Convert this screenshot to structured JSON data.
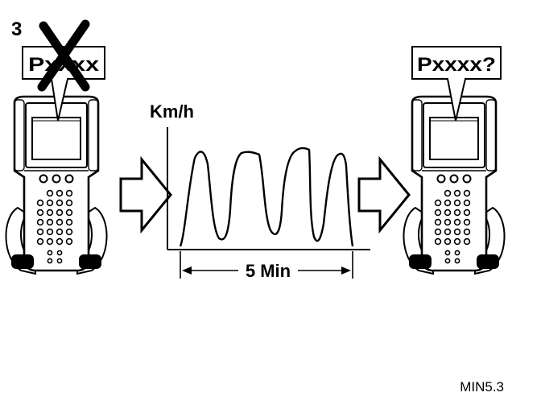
{
  "step_number": "3",
  "left_tool": {
    "display_code": "Pxxxx",
    "status": "crossed-out"
  },
  "right_tool": {
    "display_code": "Pxxxx?"
  },
  "speed_graph": {
    "unit_label": "Km/h",
    "duration_label": "5 Min"
  },
  "figure_ref": "MIN5.3",
  "icons": [
    "scan-tool-icon",
    "right-arrow-icon",
    "cross-mark-icon"
  ],
  "colors": {
    "ink": "#000000",
    "paper": "#ffffff",
    "screen": "#ffffff"
  }
}
